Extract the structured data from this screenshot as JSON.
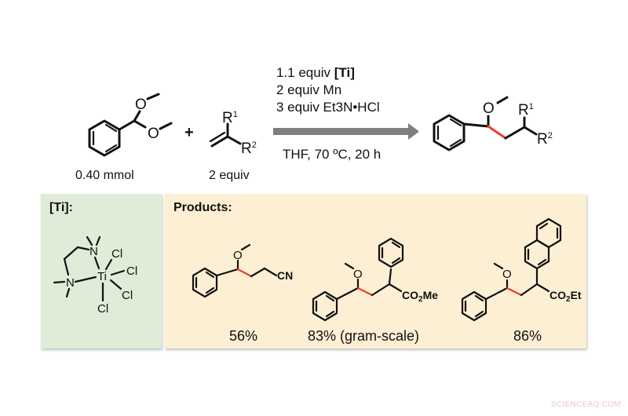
{
  "reaction": {
    "substrate": {
      "name": "benzaldehyde dimethyl acetal",
      "amount": "0.40 mmol"
    },
    "plus_sign": "+",
    "alkene": {
      "name": "1,1-disubstituted alkene",
      "substituents": [
        "R1",
        "R2"
      ],
      "amount": "2 equiv"
    },
    "conditions_above": [
      {
        "prefix": "1.1 equiv ",
        "reagent": "[Ti]",
        "reagent_bold": true
      },
      {
        "prefix": "2 equiv ",
        "reagent": "Mn",
        "reagent_bold": false
      },
      {
        "prefix": "3 equiv ",
        "reagent": "Et3N•HCl",
        "reagent_bold": false
      }
    ],
    "conditions_below": "THF, 70 ºC, 20 h",
    "arrow_color": "#7f7f7f",
    "product": {
      "name": "methyl ether product",
      "substituents": [
        "R1",
        "R2"
      ],
      "new_bond_color": "#e8402a"
    }
  },
  "catalyst_panel": {
    "title": "[Ti]:",
    "background": "#e0ecd7",
    "atoms": {
      "metal": "Ti",
      "ligands": [
        "N",
        "N",
        "Cl",
        "Cl",
        "Cl",
        "Cl"
      ]
    }
  },
  "products_panel": {
    "title": "Products:",
    "background": "#fdefd3",
    "items": [
      {
        "group": "CN",
        "yield": "56%"
      },
      {
        "group": "CO2Me",
        "yield": "83% (gram-scale)"
      },
      {
        "group": "CO2Et",
        "yield": "86%"
      }
    ]
  },
  "watermark": "SCIENCEAQ.COM",
  "labels": {
    "O": "O",
    "R": "R",
    "sup1": "1",
    "sup2": "2",
    "N": "N",
    "Ti": "Ti",
    "Cl": "Cl",
    "CN": "CN",
    "CO": "CO",
    "sub2": "2",
    "Me": "Me",
    "Et": "Et"
  }
}
